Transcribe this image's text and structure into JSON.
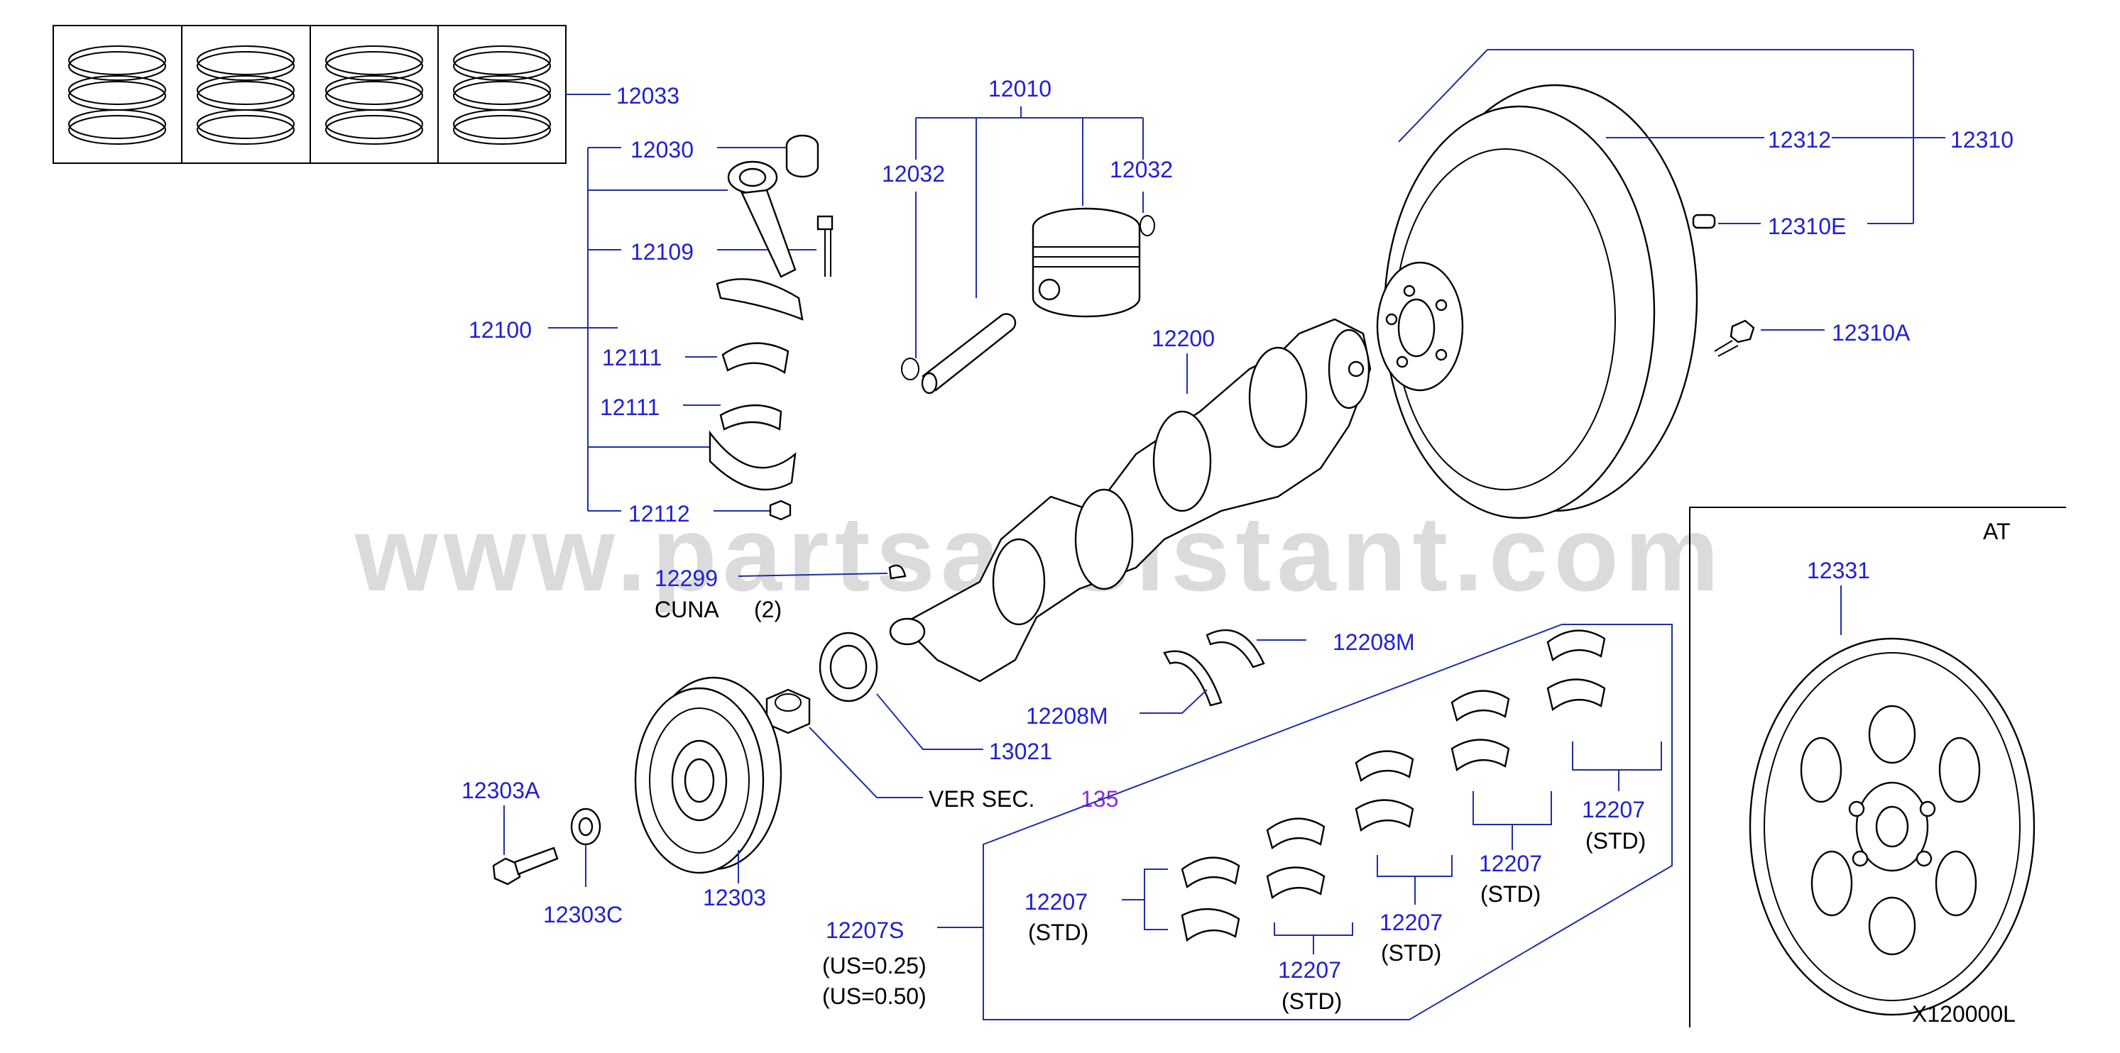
{
  "watermark": "www.partsassistant.com",
  "section_label": "AT",
  "drawing_code": "X120000L",
  "labels": {
    "p12033": "12033",
    "p12030": "12030",
    "p12109": "12109",
    "p12100": "12100",
    "p12111a": "12111",
    "p12111b": "12111",
    "p12112": "12112",
    "p12299": "12299",
    "cuna": "CUNA",
    "cuna_qty": "(2)",
    "p12010": "12010",
    "p12032a": "12032",
    "p12032b": "12032",
    "p12200": "12200",
    "p12312": "12312",
    "p12310": "12310",
    "p12310E": "12310E",
    "p12310A": "12310A",
    "p12208Ma": "12208M",
    "p12208Mb": "12208M",
    "p13021": "13021",
    "ver_sec": "VER   SEC.",
    "ver_sec_ref": "135",
    "p12303A": "12303A",
    "p12303C": "12303C",
    "p12303": "12303",
    "p12207S": "12207S",
    "us025": "(US=0.25)",
    "us050": "(US=0.50)",
    "p12207a": "12207",
    "std_a": "(STD)",
    "p12207b": "12207",
    "std_b": "(STD)",
    "p12207c": "12207",
    "std_c": "(STD)",
    "p12207d": "12207",
    "std_d": "(STD)",
    "p12207e": "12207",
    "std_e": "(STD)",
    "p12331": "12331"
  }
}
